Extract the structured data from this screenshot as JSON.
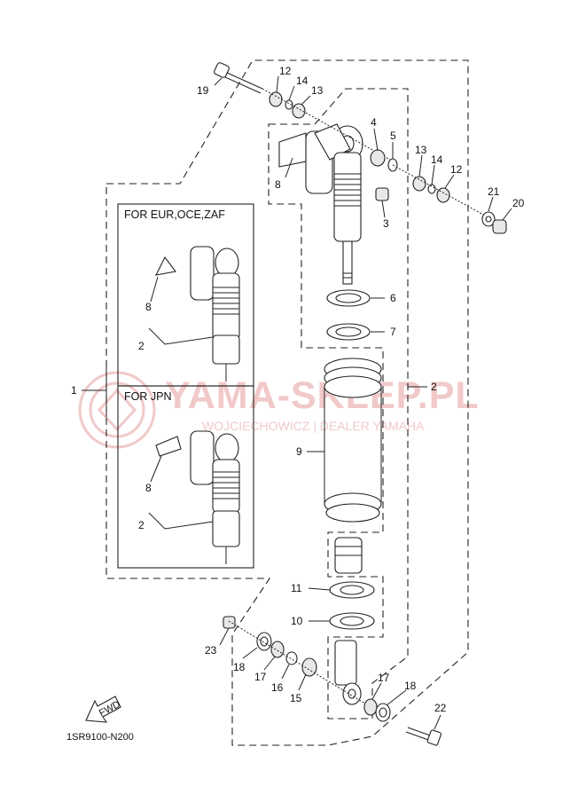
{
  "diagram": {
    "diagram_code": "1SR9100-N200",
    "fwd_label": "FWD",
    "boxes": {
      "eur": {
        "title": "FOR EUR,OCE,ZAF"
      },
      "jpn": {
        "title": "FOR JPN"
      }
    },
    "watermark": {
      "main": "YAMA-SKLEP.PL",
      "sub": "WOJCIECHOWICZ | DEALER YAMAHA"
    },
    "callouts": {
      "c19": "19",
      "c12a": "12",
      "c14a": "14",
      "c13a": "13",
      "c4": "4",
      "c5": "5",
      "c13b": "13",
      "c14b": "14",
      "c12b": "12",
      "c21": "21",
      "c20": "20",
      "c3": "3",
      "c8a": "8",
      "c6": "6",
      "c7": "7",
      "c1": "1",
      "c2a": "2",
      "c9": "9",
      "c11": "11",
      "c10": "10",
      "c23": "23",
      "c18a": "18",
      "c17a": "17",
      "c16": "16",
      "c15": "15",
      "c17b": "17",
      "c18b": "18",
      "c22": "22",
      "c8b": "8",
      "c2b": "2",
      "c8c": "8",
      "c2c": "2"
    }
  }
}
